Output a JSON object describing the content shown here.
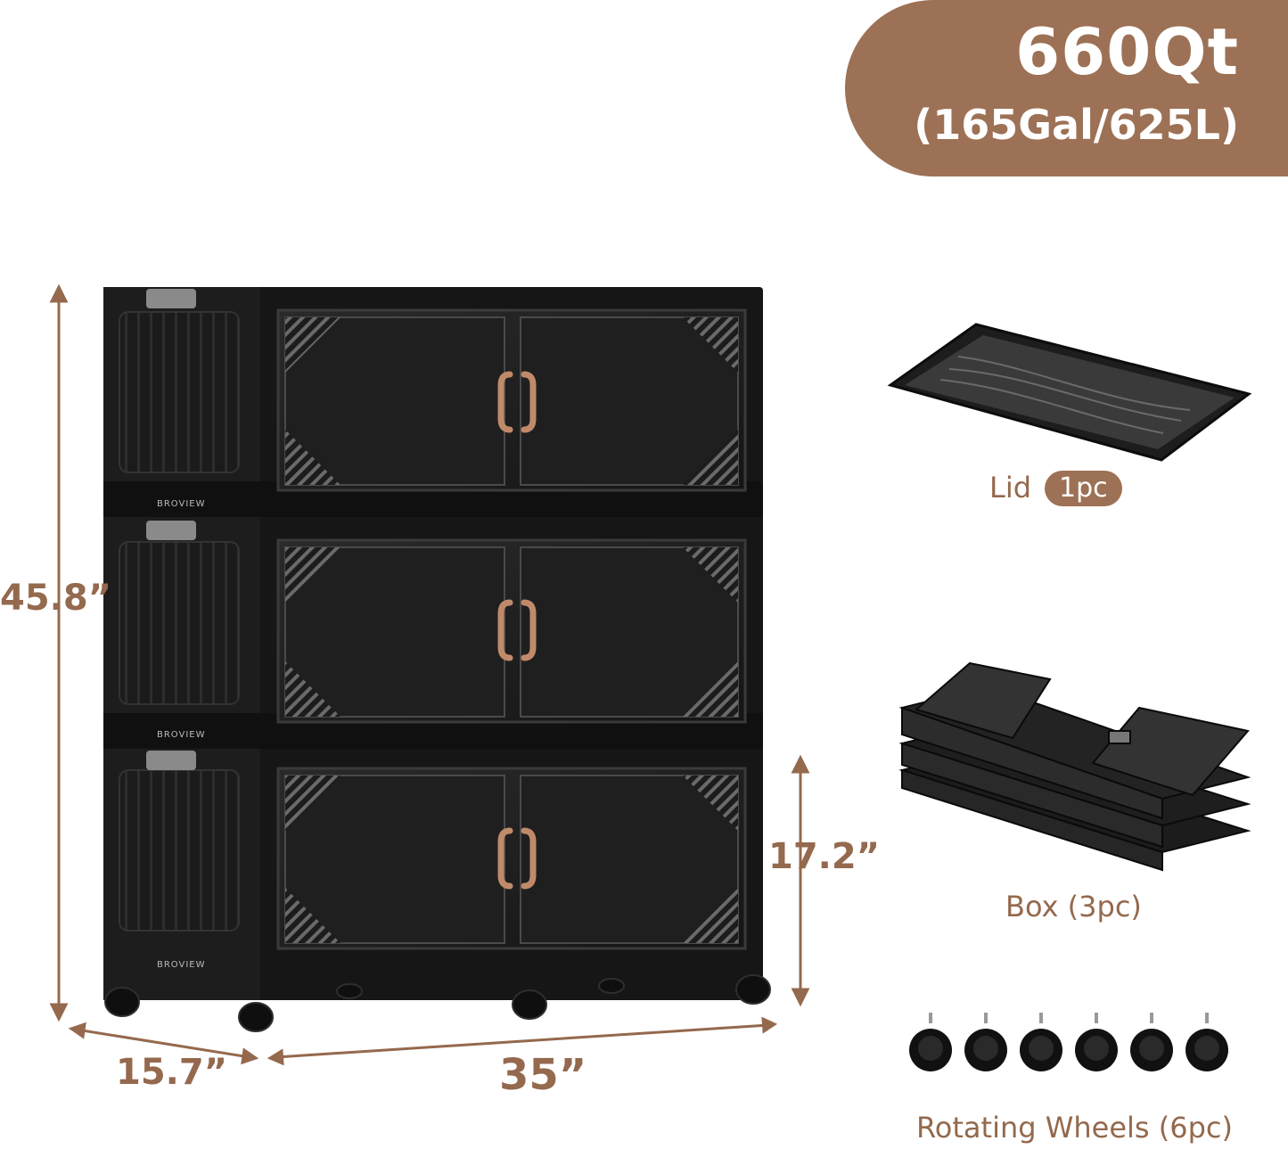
{
  "capacity": {
    "main": "660Qt",
    "sub": "(165Gal/625L)"
  },
  "dimensions": {
    "height": "45.8”",
    "width": "35”",
    "depth": "15.7”",
    "tier_height": "17.2”"
  },
  "brand": "BROVIEW",
  "components": {
    "lid_label": "Lid",
    "lid_count": "1pc",
    "box_label": "Box (3pc)",
    "wheels_label": "Rotating Wheels (6pc)"
  },
  "colors": {
    "accent": "#9d7155",
    "text_accent": "#94694d",
    "cabinet": "#1a1a1a",
    "handle": "#c08a6a"
  },
  "icons": [
    "storage-cabinet",
    "lid",
    "folded-box",
    "caster-wheel"
  ]
}
